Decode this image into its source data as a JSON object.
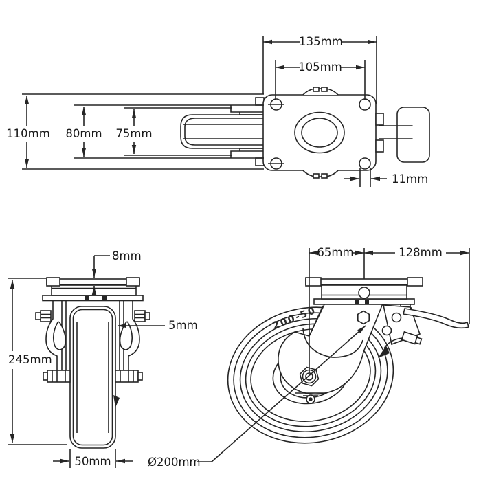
{
  "drawing": {
    "type": "technical-drawing",
    "subject": "swivel caster wheel with brake, three orthographic views",
    "background_color": "#ffffff",
    "line_color": "#252525",
    "views": {
      "top_view": {
        "dimensions": {
          "plate_width": "135mm",
          "bolt_hole_spacing_width": "105mm",
          "plate_depth": "110mm",
          "bolt_hole_spacing_depth": "80mm",
          "fork_inner_width": "75mm",
          "bolt_hole_diameter": "11mm"
        }
      },
      "front_view": {
        "dimensions": {
          "plate_thickness": "8mm",
          "fork_steel_thickness": "5mm",
          "overall_height": "245mm",
          "wheel_width": "50mm"
        }
      },
      "side_view": {
        "dimensions": {
          "swivel_offset": "65mm",
          "brake_pedal_reach": "128mm",
          "wheel_diameter": "Ø200mm"
        },
        "tire_marking": "200-50"
      }
    }
  }
}
